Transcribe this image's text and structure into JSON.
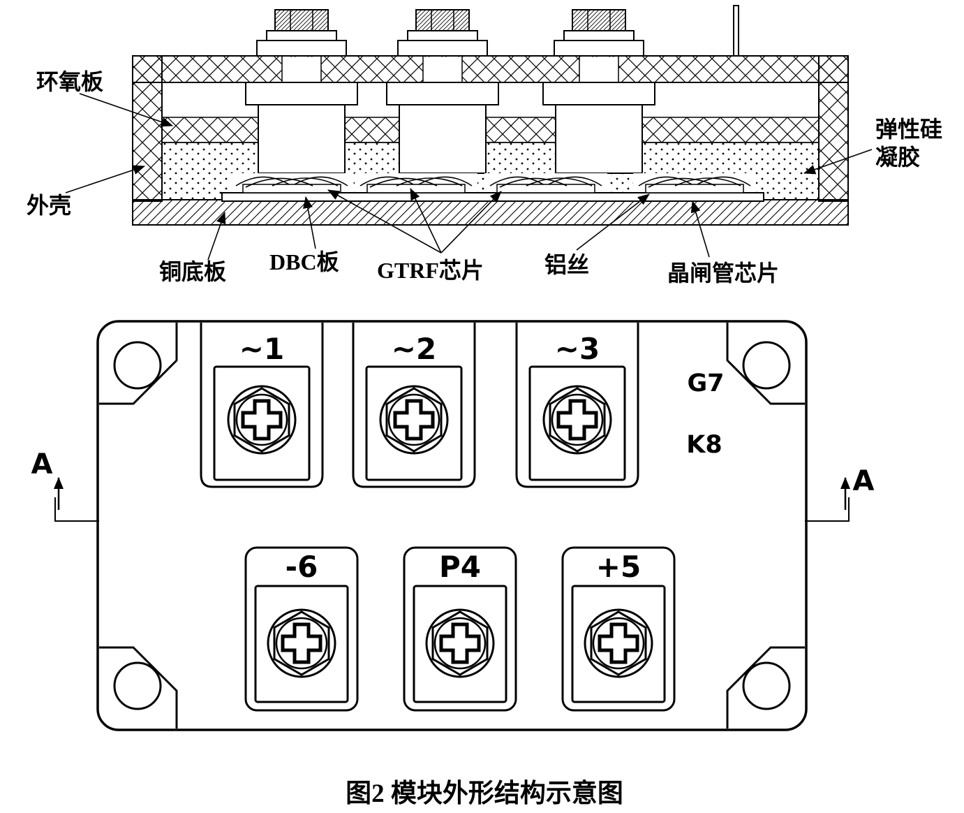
{
  "colors": {
    "ink": "#000000",
    "paper": "#ffffff"
  },
  "cross_section": {
    "labels": {
      "epoxy_board": "环氧板",
      "housing": "外壳",
      "silicone_gel_line1": "弹性硅",
      "silicone_gel_line2": "凝胶",
      "copper_base_plate": "铜底板",
      "dbc_board": "DBC板",
      "gtrf_chip": "GTRF芯片",
      "aluminum_wire": "铝丝",
      "thyristor_chip": "晶闸管芯片"
    }
  },
  "top_view": {
    "top_terminals": [
      "~1",
      "~2",
      "~3"
    ],
    "bottom_terminals": [
      "-6",
      "P4",
      "+5"
    ],
    "gate_terminal": "G7",
    "cathode_terminal": "K8",
    "section_marker": "A"
  },
  "caption": "图2  模块外形结构示意图"
}
